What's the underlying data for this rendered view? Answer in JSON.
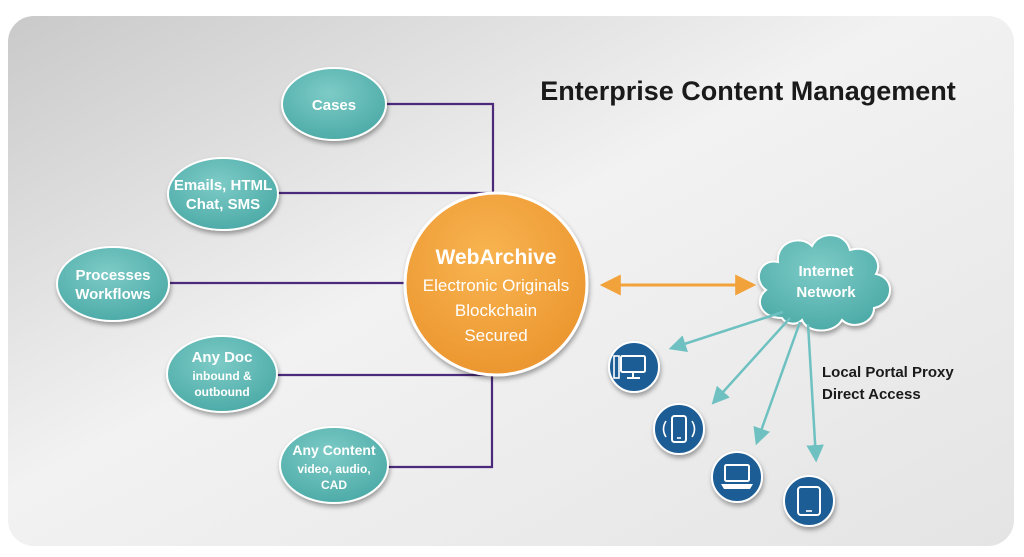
{
  "title": "Enterprise Content Management",
  "colors": {
    "teal": "#5bb8b4",
    "orange": "#f2a23a",
    "purple": "#4b2a7b",
    "arrow": "#6fc1c1",
    "device": "#1b5d96"
  },
  "center": {
    "line1": "WebArchive",
    "line2": "Electronic Originals",
    "line3": "Blockchain",
    "line4": "Secured"
  },
  "sources": {
    "cases": {
      "line1": "Cases"
    },
    "emails": {
      "line1": "Emails, HTML",
      "line2": "Chat, SMS"
    },
    "processes": {
      "line1": "Processes",
      "line2": "Workflows"
    },
    "anydoc": {
      "line1": "Any Doc",
      "line2": "inbound &",
      "line3": "outbound"
    },
    "anycontent": {
      "line1": "Any Content",
      "line2": "video, audio,",
      "line3": "CAD"
    }
  },
  "cloud": {
    "line1": "Internet",
    "line2": "Network"
  },
  "access": {
    "line1": "Local Portal Proxy",
    "line2": "Direct Access"
  },
  "devices": [
    {
      "icon": "desktop-icon"
    },
    {
      "icon": "phone-icon"
    },
    {
      "icon": "laptop-icon"
    },
    {
      "icon": "tablet-icon"
    }
  ]
}
